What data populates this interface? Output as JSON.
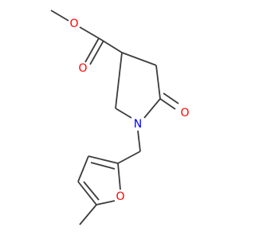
{
  "molecule": {
    "atoms": [
      {
        "id": "O_ester",
        "symbol": "O",
        "color": "#ff0000"
      },
      {
        "id": "O_carbonyl_ester",
        "symbol": "O",
        "color": "#ff0000"
      },
      {
        "id": "N_ring",
        "symbol": "N",
        "color": "#0000ff"
      },
      {
        "id": "O_lactam",
        "symbol": "O",
        "color": "#ff0000"
      },
      {
        "id": "O_furan",
        "symbol": "O",
        "color": "#ff0000"
      }
    ],
    "bond_color": "#3c3c3c"
  }
}
